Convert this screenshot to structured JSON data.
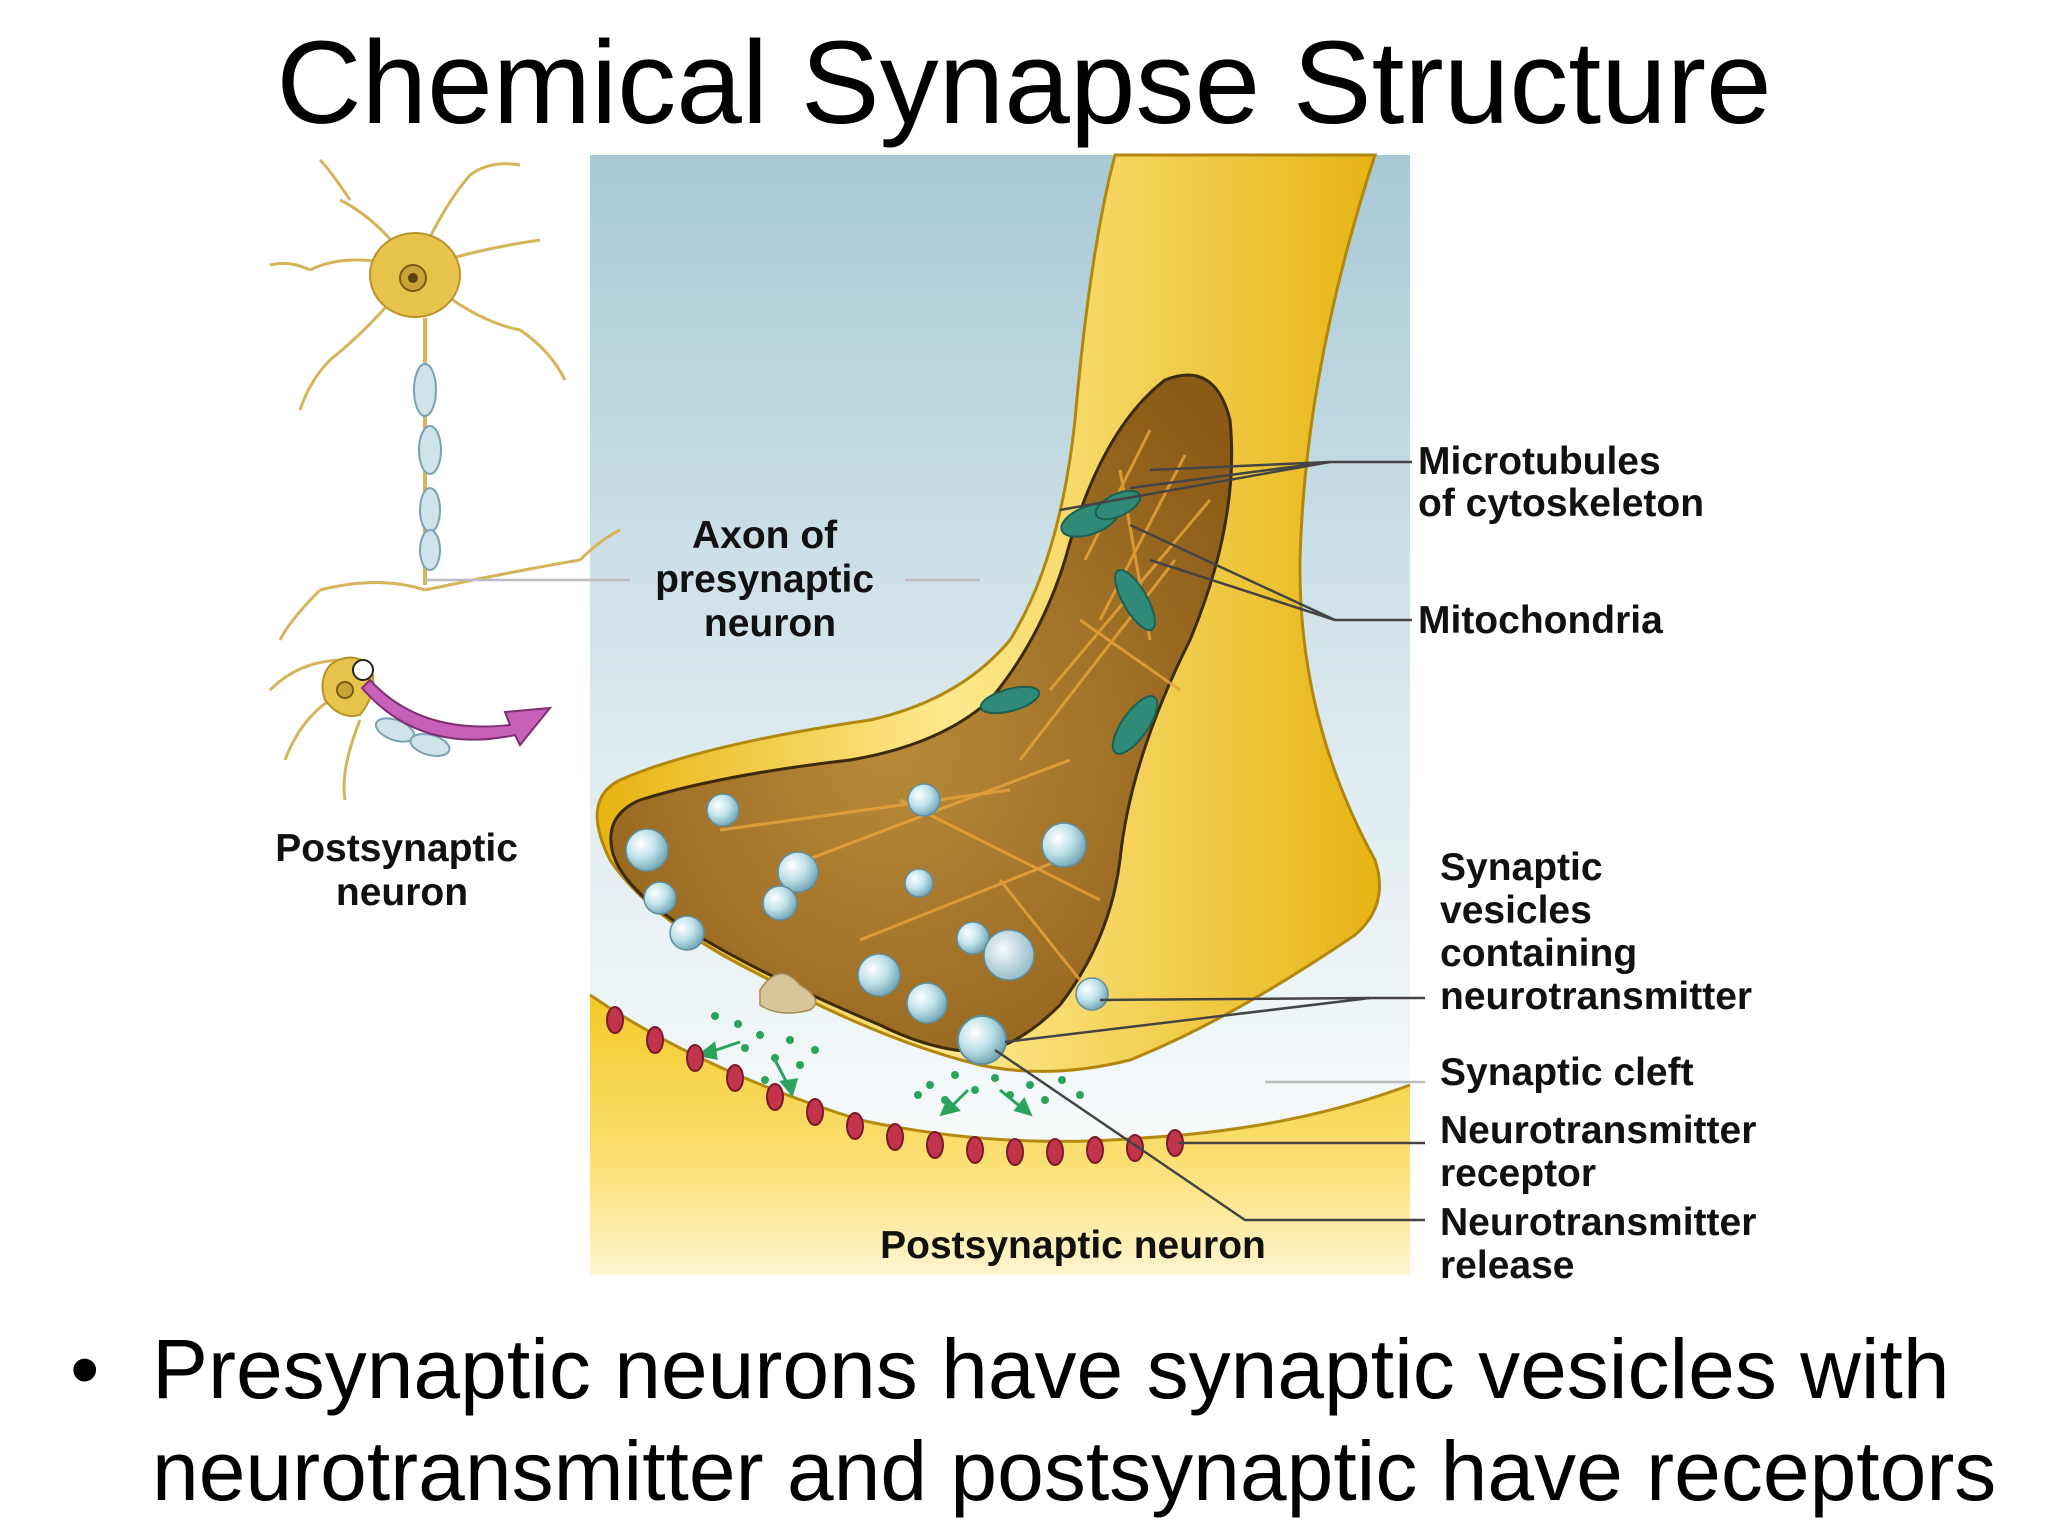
{
  "slide": {
    "title": "Chemical Synapse Structure",
    "bullet": "Presynaptic neurons have synaptic vesicles with neurotransmitter and postsynaptic have receptors"
  },
  "labels": {
    "postsynaptic_neuron_inset": [
      "Postsynaptic",
      "neuron"
    ],
    "axon": [
      "Axon of",
      "presynaptic",
      "neuron"
    ],
    "microtubules": [
      "Microtubules",
      "of cytoskeleton"
    ],
    "mitochondria": "Mitochondria",
    "synaptic_vesicles": [
      "Synaptic",
      "vesicles",
      "containing",
      "neurotransmitter"
    ],
    "synaptic_cleft": "Synaptic cleft",
    "receptor": [
      "Neurotransmitter",
      "receptor"
    ],
    "release": [
      "Neurotransmitter",
      "release"
    ],
    "postsynaptic_neuron_bottom": "Postsynaptic neuron"
  },
  "colors": {
    "neuron_yellow": "#f2c81c",
    "neuron_light": "#fbe27a",
    "cytoplasm": "#a0701d",
    "mitochondria": "#2f8a78",
    "vesicle": "#a9d6e2",
    "receptor": "#c2344c",
    "arrow": "#c760b8",
    "neurotransmitter": "#2aa35d",
    "sky": "#b6d3dd"
  }
}
